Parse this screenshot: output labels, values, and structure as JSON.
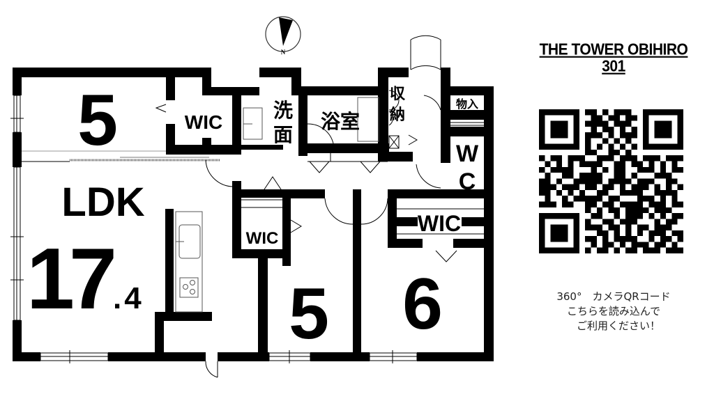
{
  "property": {
    "name": "THE TOWER OBIHIRO",
    "unit": "301"
  },
  "compass": {
    "label": "N",
    "icon": "north-arrow-icon"
  },
  "rooms": {
    "western_5_top": {
      "label": "5"
    },
    "wic_top": {
      "label": "WIC"
    },
    "washroom": {
      "label_line1": "洗",
      "label_line2": "面"
    },
    "bathroom": {
      "label": "浴室"
    },
    "storage": {
      "label_line1": "収",
      "label_line2": "納"
    },
    "closet": {
      "label": "物入"
    },
    "toilet": {
      "label_line1": "W",
      "label_line2": "C"
    },
    "ldk": {
      "label": "LDK",
      "size_int": "17",
      "size_dec": ".4"
    },
    "wic_mid": {
      "label": "WIC"
    },
    "wic_right": {
      "label": "WIC"
    },
    "western_5_bottom": {
      "label": "5"
    },
    "western_6": {
      "label": "6"
    }
  },
  "qr": {
    "caption_line1": "360°　カメラQRコード",
    "caption_line2": "こちらを読み込んで",
    "caption_line3": "ご利用ください！",
    "size": 25,
    "rows": [
      "1111111011010111001111111",
      "1000001001101101101000001",
      "1011101011110111001011101",
      "1011101001011010101011101",
      "1011101011101011101011101",
      "1000001010010101001000001",
      "1111111010101010101111111",
      "0000000011001101000000000",
      "1011011100111011101110111",
      "0101010111100110110101010",
      "1011110001010110011101011",
      "0100110111100110100011100",
      "1101001111101111011100110",
      "1110111011011010111010101",
      "1101010100110011110011110",
      "0100101111101100011101010",
      "1110110011011011110111011",
      "0000000010101101111011100",
      "1111111001100101110101011",
      "1000001010011011100010110",
      "1011101011101101011011100",
      "1011101000110101010111011",
      "1011101011010111100101101",
      "1000001001011010111011010",
      "1111111010110101101110111"
    ]
  }
}
